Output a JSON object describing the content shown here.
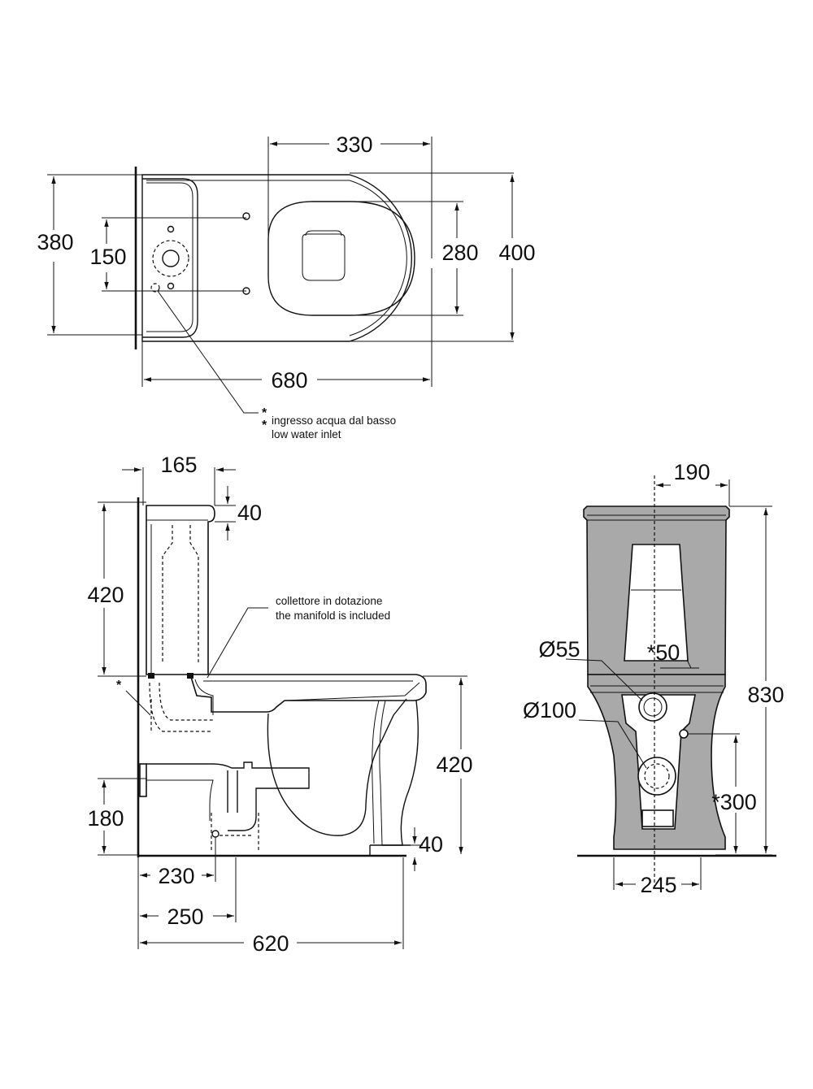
{
  "top_view": {
    "dims": {
      "d330": "330",
      "d380": "380",
      "d150": "150",
      "d280": "280",
      "d400": "400",
      "d680": "680"
    },
    "note_star_1": "*",
    "note_star_2": "*",
    "note_it": "ingresso acqua dal basso",
    "note_en": "low water inlet"
  },
  "side_view": {
    "dims": {
      "d165": "165",
      "d40_top": "40",
      "d420_tank": "420",
      "d420_bowl": "420",
      "d180": "180",
      "d40_bottom": "40",
      "d230": "230",
      "d250": "250",
      "d620": "620"
    },
    "star": "*",
    "note_it": "collettore in dotazione",
    "note_en": "the manifold is included"
  },
  "rear_view": {
    "dims": {
      "d190": "190",
      "d830": "830",
      "d55": "Ø55",
      "d50": "*50",
      "d100": "Ø100",
      "d300": "*300",
      "d245": "245"
    }
  }
}
